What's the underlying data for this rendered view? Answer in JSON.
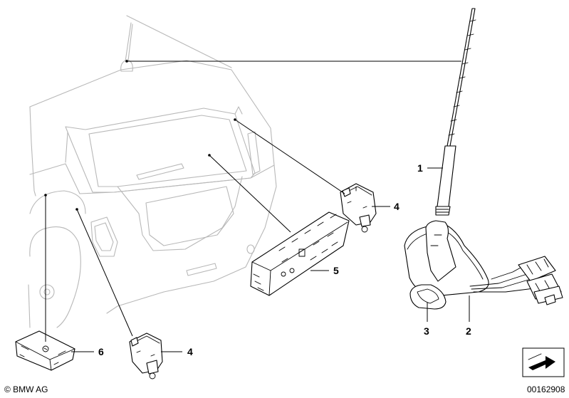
{
  "diagram": {
    "callouts": [
      {
        "id": "1",
        "label": "1"
      },
      {
        "id": "2",
        "label": "2"
      },
      {
        "id": "3",
        "label": "3"
      },
      {
        "id": "4a",
        "label": "4"
      },
      {
        "id": "4b",
        "label": "4"
      },
      {
        "id": "5",
        "label": "5"
      },
      {
        "id": "6",
        "label": "6"
      }
    ]
  },
  "footer": {
    "copyright": "© BMW AG",
    "drawing_number": "00162908"
  },
  "icons": {
    "nav_arrow": "arrow-bent-icon"
  }
}
